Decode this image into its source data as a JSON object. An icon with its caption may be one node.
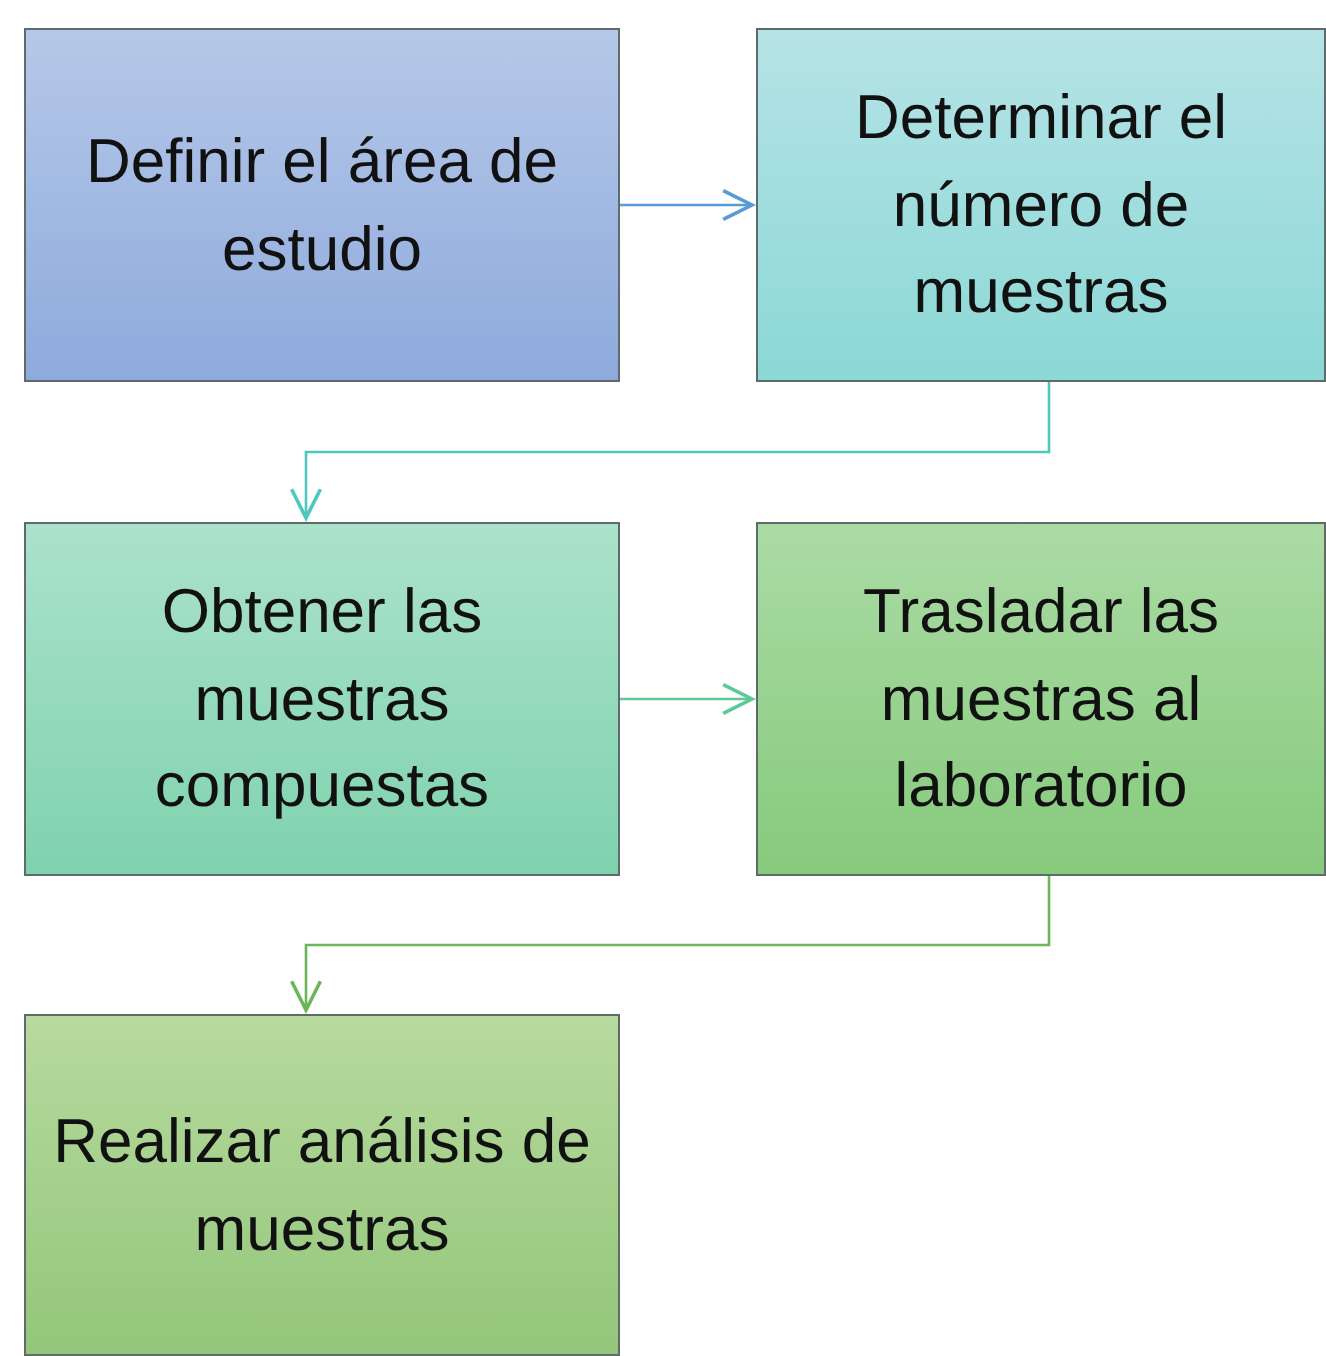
{
  "diagram": {
    "nodes": [
      {
        "text": [
          "Definir el área de estudio"
        ]
      },
      {
        "text": [
          "Determinar el número de muestras"
        ]
      },
      {
        "text": [
          "Obtener las muestras compuestas"
        ]
      },
      {
        "text": [
          "Trasladar las muestras al laboratorio"
        ]
      },
      {
        "text": [
          "Realizar análisis de muestras"
        ]
      }
    ],
    "edges": [
      {
        "from": 0,
        "to": 1,
        "arrow": "to",
        "color": "#5b9bd5"
      },
      {
        "from": 1,
        "to": 2,
        "arrow": "to",
        "color": "#4fc6c0"
      },
      {
        "from": 2,
        "to": 3,
        "arrow": "to",
        "color": "#5ec896"
      },
      {
        "from": 3,
        "to": 4,
        "arrow": "to",
        "color": "#6db55a"
      }
    ]
  }
}
